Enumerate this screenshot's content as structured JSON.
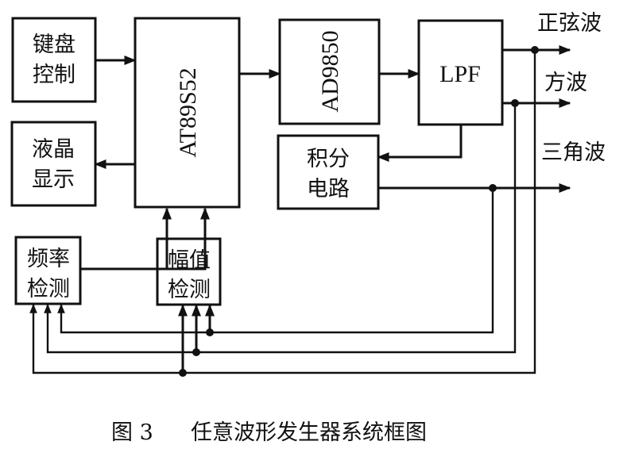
{
  "diagram": {
    "blocks": {
      "keyboard": {
        "line1": "键盘",
        "line2": "控制"
      },
      "lcd": {
        "line1": "液晶",
        "line2": "显示"
      },
      "mcu": {
        "label": "AT89S52"
      },
      "dds": {
        "label": "AD9850"
      },
      "lpf": {
        "label": "LPF"
      },
      "integrator": {
        "line1": "积分",
        "line2": "电路"
      },
      "freq_detect": {
        "line1": "频率",
        "line2": "检测"
      },
      "amp_detect": {
        "line1": "幅值",
        "line2": "检测"
      }
    },
    "outputs": {
      "sine": "正弦波",
      "square": "方波",
      "triangle": "三角波"
    },
    "connections": [
      {
        "from": "keyboard",
        "to": "mcu"
      },
      {
        "from": "mcu",
        "to": "lcd"
      },
      {
        "from": "mcu",
        "to": "dds"
      },
      {
        "from": "dds",
        "to": "lpf"
      },
      {
        "from": "lpf",
        "to": "sine"
      },
      {
        "from": "lpf",
        "to": "square"
      },
      {
        "from": "lpf",
        "to": "integrator"
      },
      {
        "from": "integrator",
        "to": "triangle"
      },
      {
        "from": "freq_detect",
        "to": "mcu"
      },
      {
        "from": "amp_detect",
        "to": "mcu"
      },
      {
        "from": "sine",
        "to": "freq_detect"
      },
      {
        "from": "square",
        "to": "freq_detect"
      },
      {
        "from": "triangle",
        "to": "freq_detect"
      },
      {
        "from": "sine",
        "to": "amp_detect"
      },
      {
        "from": "square",
        "to": "amp_detect"
      },
      {
        "from": "triangle",
        "to": "amp_detect"
      }
    ],
    "caption": {
      "figure": "图 3",
      "title": "任意波形发生器系统框图"
    }
  }
}
